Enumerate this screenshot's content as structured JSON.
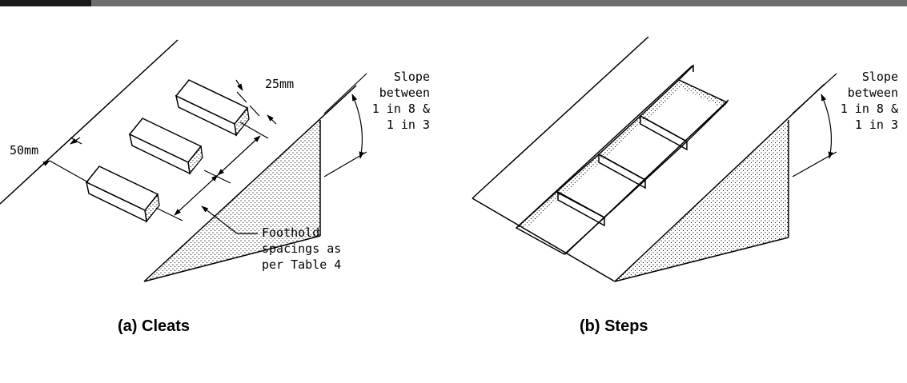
{
  "colors": {
    "ink": "#000000",
    "topbar": "#6e6e6e",
    "topbar_accent": "#1a1a1a"
  },
  "figure_a": {
    "caption": "(a)  Cleats",
    "dim_cleat_width": "50mm",
    "dim_cleat_depth": "25mm",
    "slope_lines": [
      "Slope",
      "between",
      "1 in 8 &",
      "1 in 3"
    ],
    "foothold_lines": [
      "Foothold",
      "spacings as",
      "per Table 4"
    ]
  },
  "figure_b": {
    "caption": "(b)  Steps",
    "slope_lines": [
      "Slope",
      "between",
      "1 in 8 &",
      "1 in 3"
    ]
  }
}
